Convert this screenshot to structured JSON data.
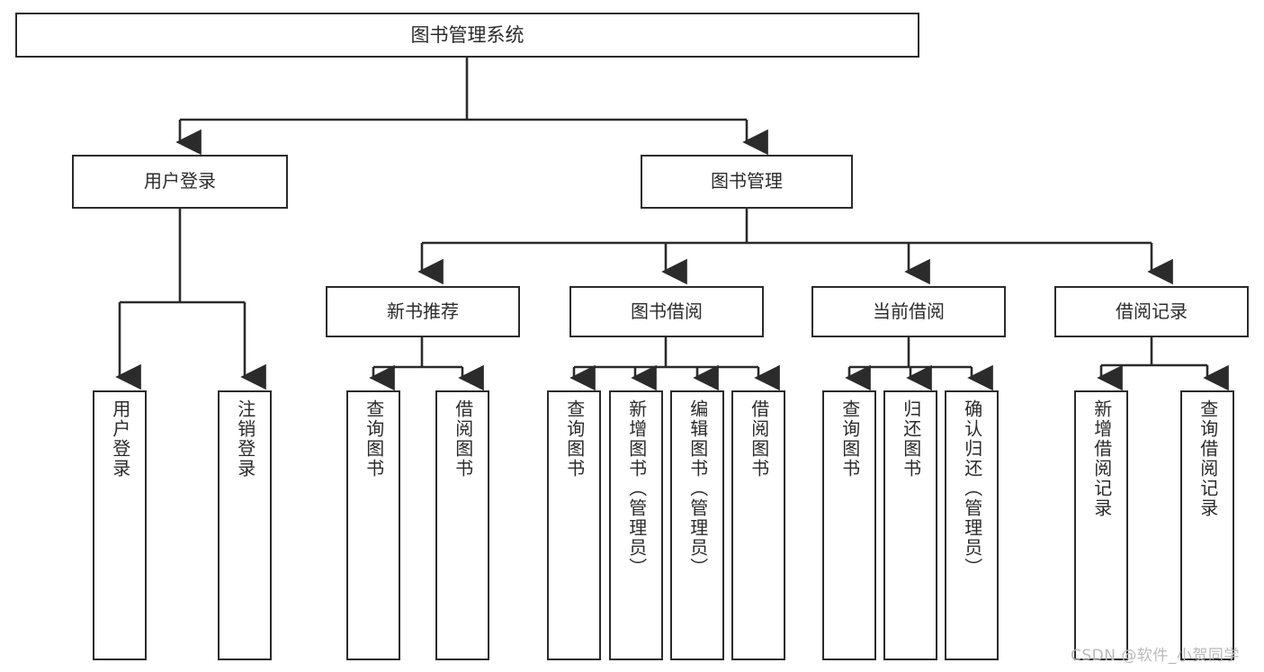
{
  "diagram": {
    "title": "图书管理系统",
    "root": {
      "label": "图书管理系统"
    },
    "level1": [
      {
        "label": "用户登录"
      },
      {
        "label": "图书管理"
      }
    ],
    "level2": [
      {
        "label": "新书推荐"
      },
      {
        "label": "图书借阅"
      },
      {
        "label": "当前借阅"
      },
      {
        "label": "借阅记录"
      }
    ],
    "leaves": {
      "user_login": [
        {
          "label": "用户登录"
        },
        {
          "label": "注销登录"
        }
      ],
      "new_book_recommend": [
        {
          "label": "查询图书"
        },
        {
          "label": "借阅图书"
        }
      ],
      "book_borrow": [
        {
          "label": "查询图书"
        },
        {
          "label": "新增图书（管理员）"
        },
        {
          "label": "编辑图书（管理员）"
        },
        {
          "label": "借阅图书"
        }
      ],
      "current_borrow": [
        {
          "label": "查询图书"
        },
        {
          "label": "归还图书"
        },
        {
          "label": "确认归还（管理员）"
        }
      ],
      "borrow_record": [
        {
          "label": "新增借阅记录"
        },
        {
          "label": "查询借阅记录"
        }
      ]
    }
  },
  "watermark": {
    "text": "CSDN @软件_小贺同学"
  },
  "colors": {
    "stroke": "#2b2b2b",
    "text": "#2b2b2b",
    "background": "#ffffff",
    "watermark": "#b9b9b9"
  }
}
